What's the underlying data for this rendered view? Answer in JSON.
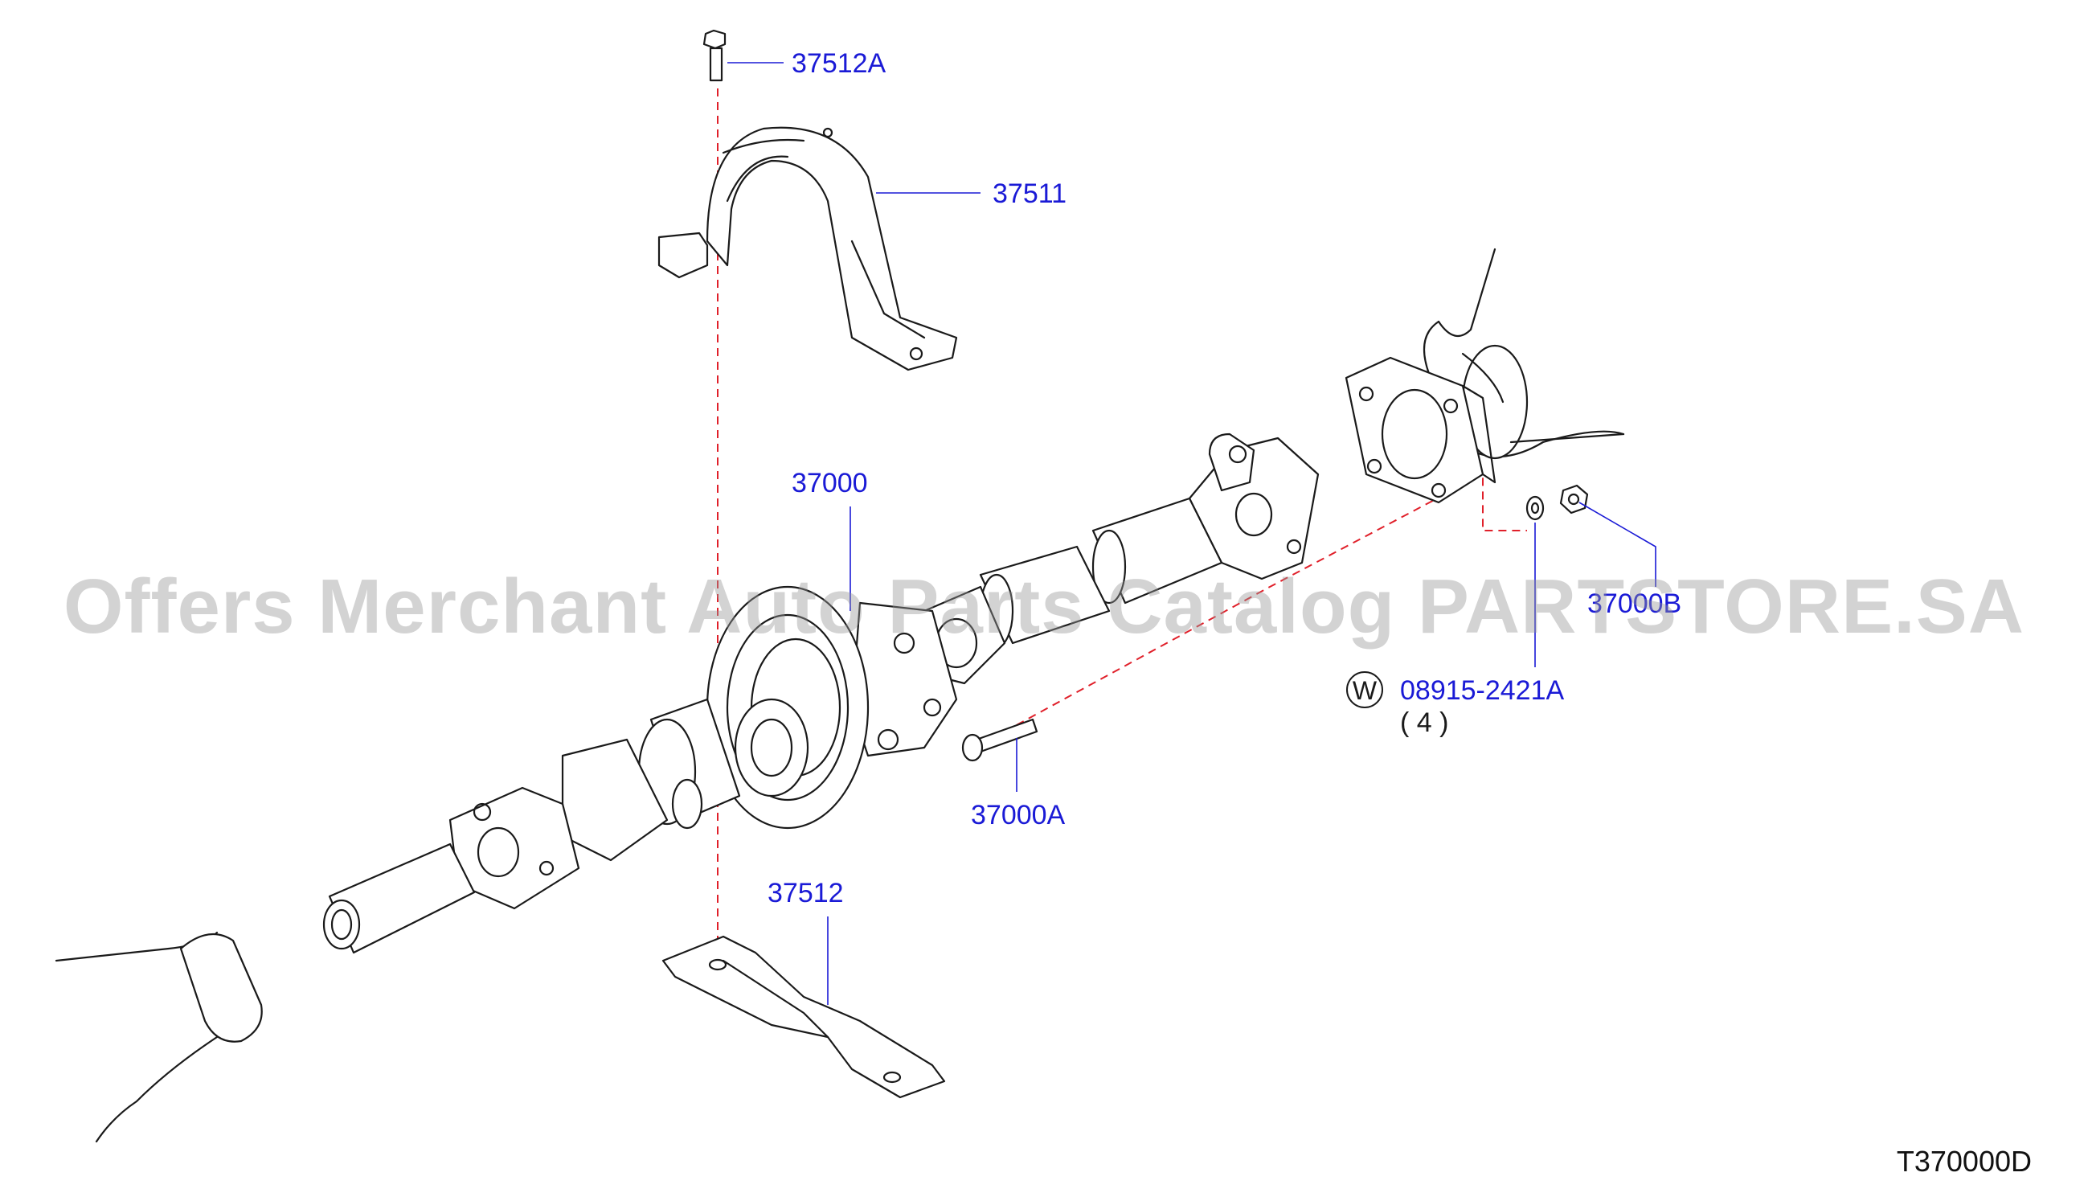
{
  "callouts": {
    "p37512A": "37512A",
    "p37511": "37511",
    "p37000": "37000",
    "p37000B": "37000B",
    "p08915": "08915-2421A",
    "qty": "( 4 )",
    "w_marker": "W",
    "p37000A": "37000A",
    "p37512": "37512"
  },
  "watermark": "Offers Merchant Auto Parts Catalog PARTSTORE.SA",
  "diagram_code": "T370000D"
}
